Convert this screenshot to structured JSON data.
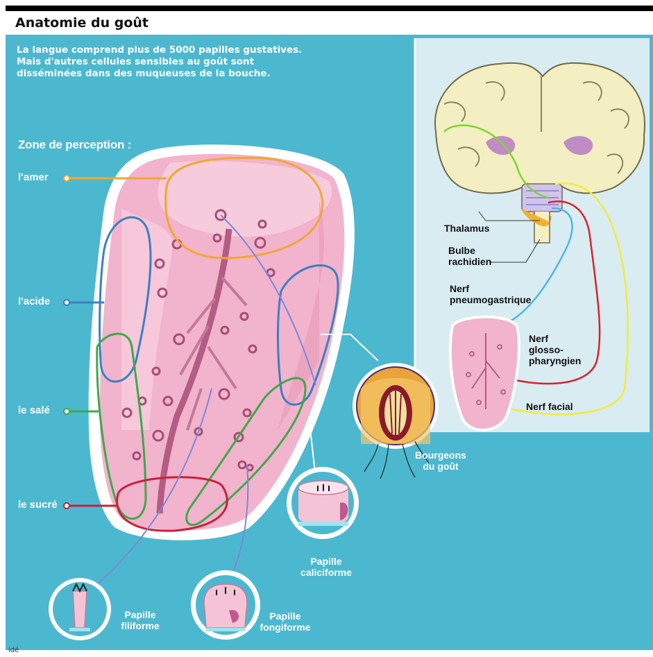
{
  "title": "Anatomie du goût",
  "intro": [
    "La langue comprend plus de 5000 papilles gustatives.",
    "Mais d'autres cellules sensibles au goût sont",
    "disséminées dans des muqueuses de la bouche."
  ],
  "zone_heading": "Zone de perception :",
  "zones": {
    "amer": "l'amer",
    "acide": "l'acide",
    "sale": "le salé",
    "sucre": "le sucré"
  },
  "papilles": {
    "filiforme": [
      "Papille",
      "filiforme"
    ],
    "fongiforme": [
      "Papille",
      "fongiforme"
    ],
    "caliciforme": [
      "Papille",
      "caliciforme"
    ]
  },
  "bourgeons": [
    "Bourgeons",
    "du goût"
  ],
  "brain_labels": {
    "thalamus": "Thalamus",
    "bulbe": [
      "Bulbe",
      "rachidien"
    ],
    "pneumo": [
      "Nerf",
      "pneumogastrique"
    ],
    "glosso": [
      "Nerf",
      "glosso-",
      "pharyngien"
    ],
    "facial": "Nerf facial"
  },
  "credit": "idé",
  "colors": {
    "background": "#4cb8cf",
    "amer": "#f0a830",
    "acide": "#3a7fc4",
    "sale": "#3ea84a",
    "sucre": "#c8203c",
    "tongue": "#f2b3cc"
  }
}
